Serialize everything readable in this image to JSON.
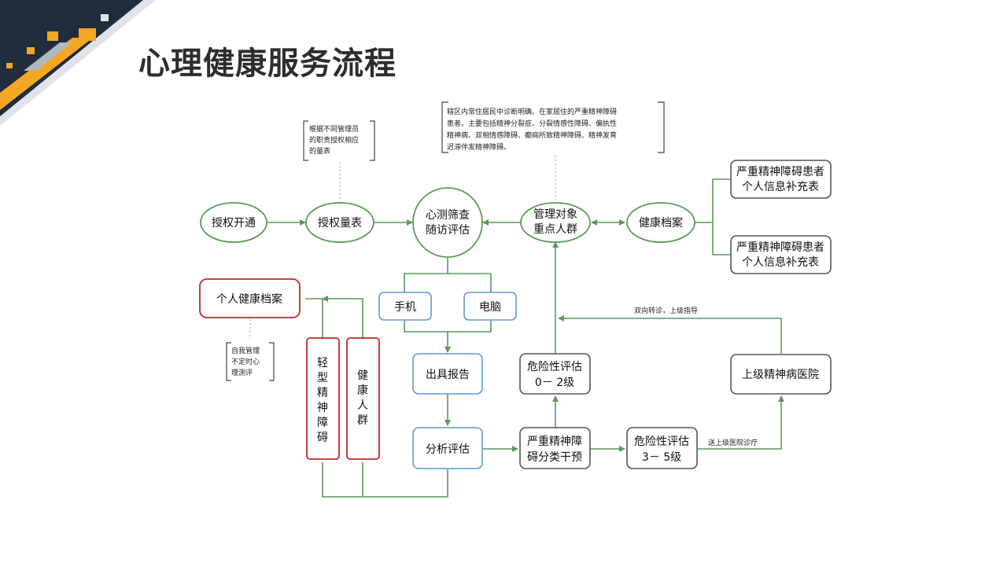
{
  "title": "心理健康服务流程",
  "colors": {
    "green": "#5a9a5a",
    "blue": "#5b9bd5",
    "red": "#c0272d",
    "dark": "#555555",
    "navy": "#1f2d3d",
    "gold": "#f5a623"
  },
  "nodes": {
    "auth_open": "授权开通",
    "auth_scale": "授权量表",
    "screening_l1": "心测筛查",
    "screening_l2": "随访评估",
    "managed_l1": "管理对象",
    "managed_l2": "重点人群",
    "health_file": "健康档案",
    "supp1_l1": "严重精神障碍患者",
    "supp1_l2": "个人信息补充表",
    "supp2_l1": "严重精神障碍患者",
    "supp2_l2": "个人信息补充表",
    "personal_file": "个人健康档案",
    "phone": "手机",
    "computer": "电脑",
    "report": "出具报告",
    "analysis": "分析评估",
    "mild": "轻型精神障碍",
    "healthy": "健康人群",
    "risk_low_l1": "危险性评估",
    "risk_low_l2": "0－ 2级",
    "severe_l1": "严重精神障",
    "severe_l2": "碍分类干预",
    "risk_high_l1": "危险性评估",
    "risk_high_l2": "3－ 5级",
    "hospital": "上级精神病医院"
  },
  "notes": {
    "scale_note": [
      "根据不同管理员",
      "的职责授权相应",
      "的量表"
    ],
    "population_note": [
      "辖区内常住居民中诊断明确、在家居住的严重精神障碍",
      "患者。主要包括精神分裂症、分裂情感性障碍、偏执性",
      "精神病、双相情感障碍、癫痫所致精神障碍、精神发育",
      "迟滞伴发精神障碍。"
    ],
    "self_test_note": [
      "自我管理",
      "不定时心",
      "理测评"
    ]
  },
  "edge_labels": {
    "referral": "双向转诊，上级指导",
    "send_up": "送上级医院诊疗"
  }
}
